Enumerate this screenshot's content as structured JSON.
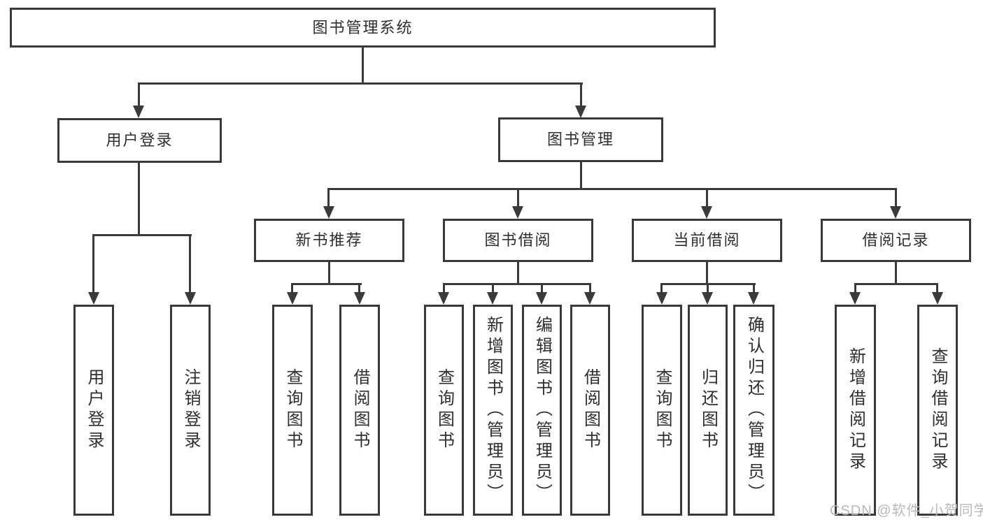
{
  "tree": {
    "root": "图书管理系统",
    "level1": [
      {
        "label": "用户登录"
      },
      {
        "label": "图书管理"
      }
    ],
    "level2": [
      {
        "label": "新书推荐"
      },
      {
        "label": "图书借阅"
      },
      {
        "label": "当前借阅"
      },
      {
        "label": "借阅记录"
      }
    ],
    "leaves": {
      "login": [
        "用户登录",
        "注销登录"
      ],
      "recommend": [
        "查询图书",
        "借阅图书"
      ],
      "borrow": [
        "查询图书",
        "新增图书（管理员）",
        "编辑图书（管理员）",
        "借阅图书"
      ],
      "current": [
        "查询图书",
        "归还图书",
        "确认归还（管理员）"
      ],
      "records": [
        "新增借阅记录",
        "查询借阅记录"
      ]
    }
  },
  "watermark": "CSDN @软件_小贺同学",
  "colors": {
    "line": "#3a3a3a",
    "text": "#2e2e2e",
    "watermark": "#b9b9b9",
    "background": "#ffffff"
  }
}
